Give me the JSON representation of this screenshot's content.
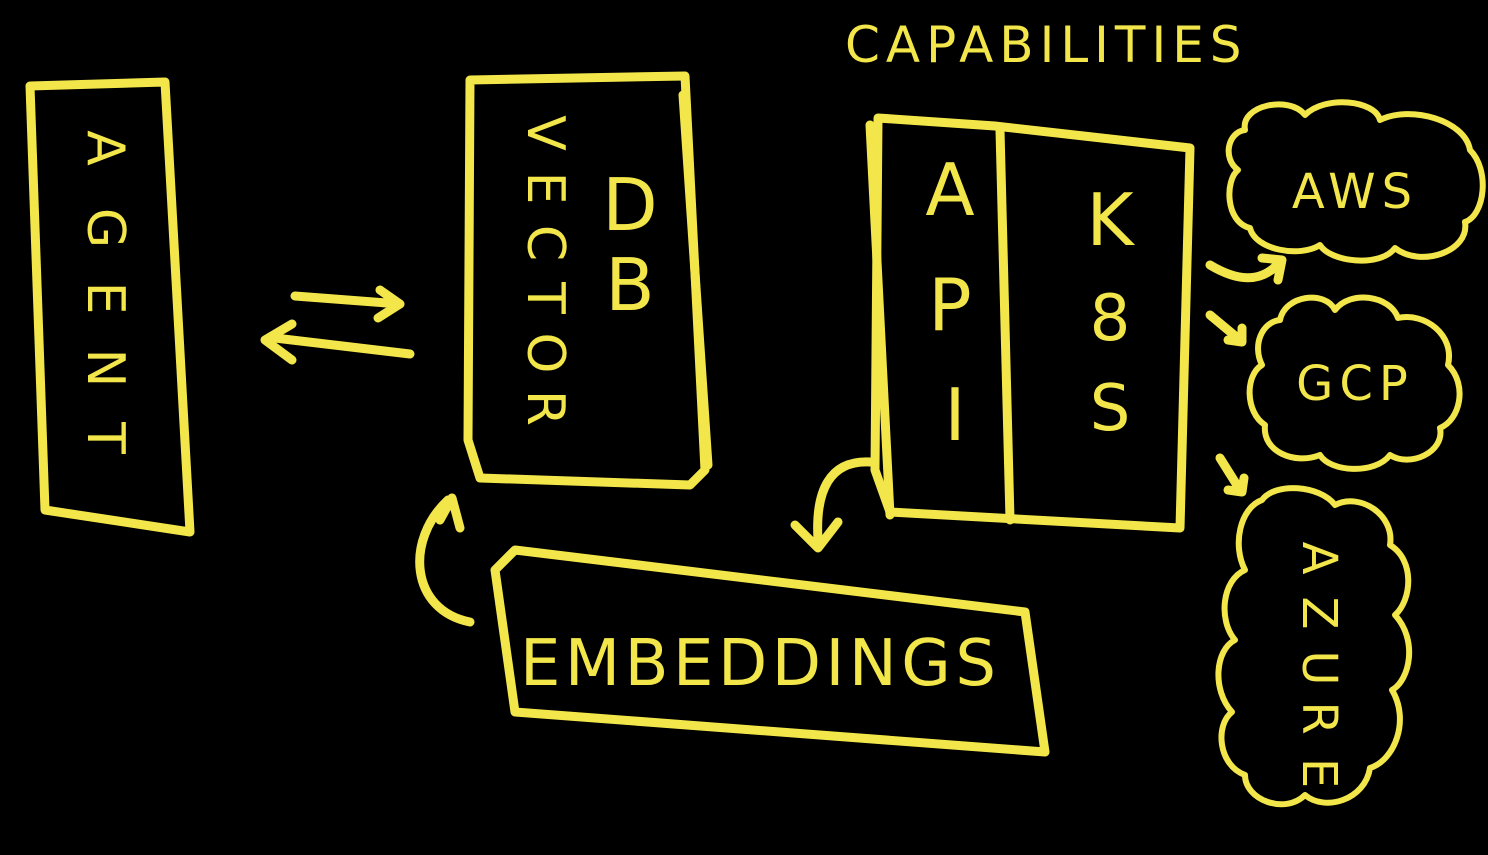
{
  "colors": {
    "background": "#000000",
    "ink": "#f2e64a"
  },
  "heading": "CAPABILITIES",
  "agent": {
    "letters": [
      "A",
      "G",
      "E",
      "N",
      "T"
    ]
  },
  "vector_db": {
    "vector_letters": [
      "V",
      "E",
      "C",
      "T",
      "O",
      "R"
    ],
    "db_letters": [
      "D",
      "B"
    ]
  },
  "api": {
    "letters": [
      "A",
      "P",
      "I"
    ]
  },
  "k8s": {
    "letters": [
      "K",
      "8",
      "S"
    ]
  },
  "embeddings": {
    "label": "EMBEDDINGS"
  },
  "clouds": {
    "aws": "AWS",
    "gcp": "GCP",
    "azure_letters": [
      "A",
      "Z",
      "U",
      "R",
      "E"
    ]
  },
  "icons": {
    "bidirectional": "double-arrow-icon",
    "cycle": "curved-arrow-icon",
    "pointer": "arrow-icon"
  }
}
